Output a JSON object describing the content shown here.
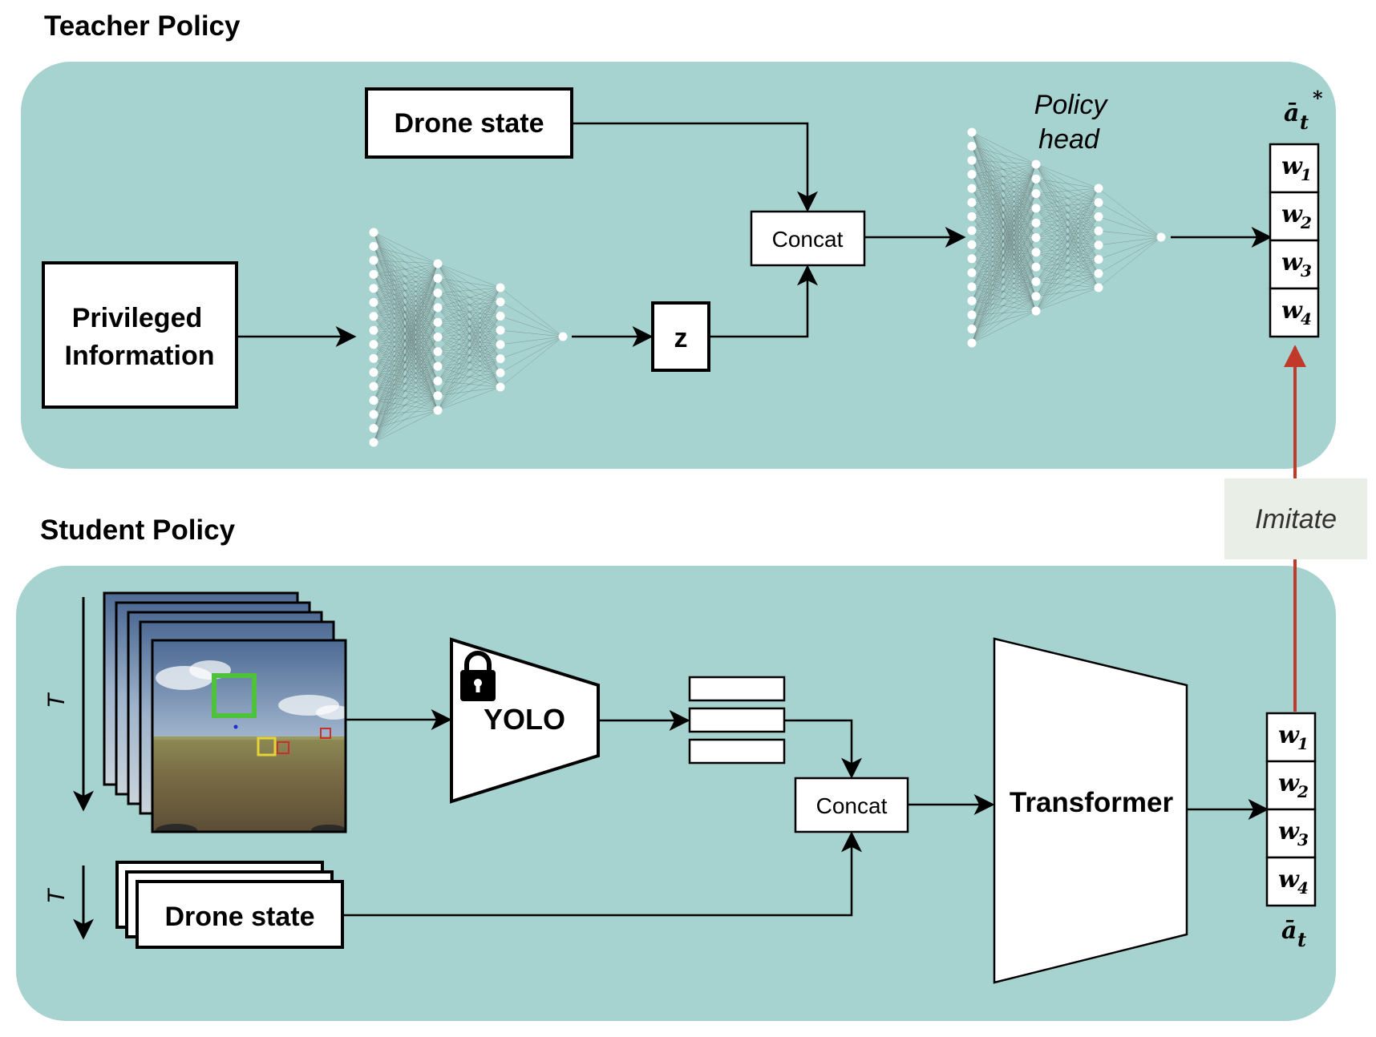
{
  "teacher": {
    "title": "Teacher Policy",
    "drone_state": "Drone state",
    "privileged_line1": "Privileged",
    "privileged_line2": "Information",
    "z_label": "z",
    "concat": "Concat",
    "policy_head_line1": "Policy",
    "policy_head_line2": "head",
    "output_label": "ā",
    "output_sub": "t",
    "output_sup": "*",
    "weights": [
      {
        "w": "w",
        "sub": "1"
      },
      {
        "w": "w",
        "sub": "2"
      },
      {
        "w": "w",
        "sub": "3"
      },
      {
        "w": "w",
        "sub": "4"
      }
    ]
  },
  "student": {
    "title": "Student Policy",
    "time_label_top": "T",
    "time_label_bottom": "T",
    "yolo": "YOLO",
    "concat": "Concat",
    "transformer": "Transformer",
    "drone_state": "Drone state",
    "output_label": "ā",
    "output_sub": "t",
    "weights": [
      {
        "w": "w",
        "sub": "1"
      },
      {
        "w": "w",
        "sub": "2"
      },
      {
        "w": "w",
        "sub": "3"
      },
      {
        "w": "w",
        "sub": "4"
      }
    ]
  },
  "imitate": "Imitate",
  "colors": {
    "panel": "#a6d2cf",
    "arrow": "#000000",
    "imitate_arrow": "#c0392b",
    "imitate_box": "#e9efe6",
    "gate_green": "#4ec23a",
    "gate_yellow": "#e3d43a",
    "gate_red": "#c9302c"
  }
}
